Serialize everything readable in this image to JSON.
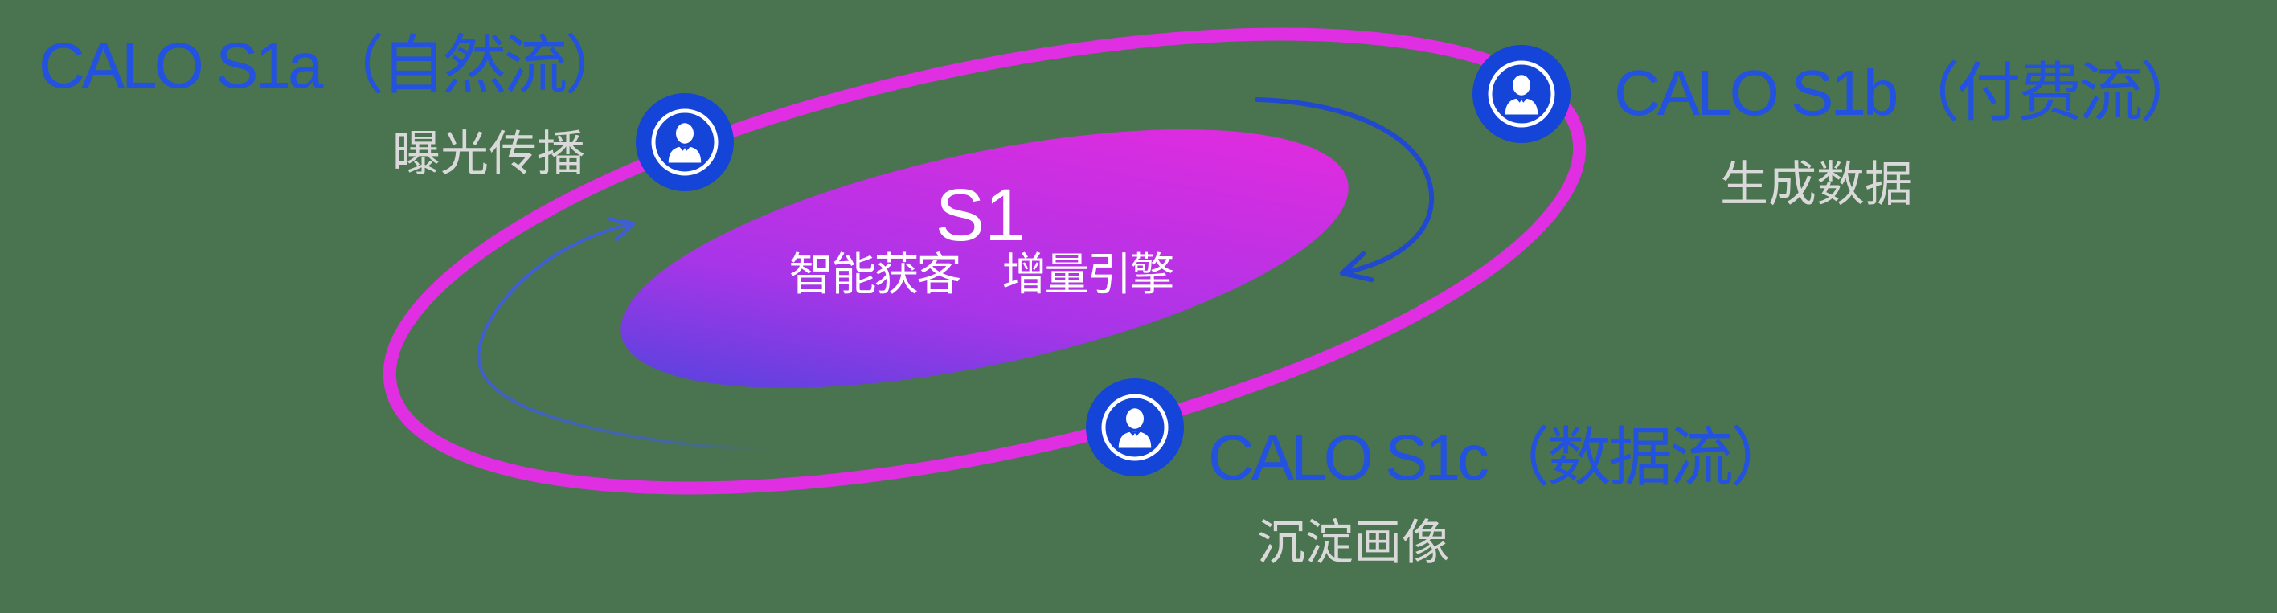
{
  "background_color": "#4A744F",
  "colors": {
    "title_blue": "#2351E0",
    "subtitle_gray": "#D9D9D9",
    "badge_blue": "#1444D8",
    "badge_icon_white": "#FFFFFF",
    "orbit_pink": "#E02EE2",
    "core_gradient_start": "#4B45DC",
    "core_gradient_mid": "#A935E8",
    "core_gradient_end": "#E22BDE",
    "arrow_blue": "#2049D0",
    "arrow_blue_light": "#3E5ED6",
    "center_text_white": "#FFFFFF"
  },
  "center": {
    "title": "S1",
    "subtitle": "智能获客　增量引擎"
  },
  "nodes": [
    {
      "id": "s1a",
      "title": "CALO S1a（自然流）",
      "subtitle": "曝光传播",
      "icon": "user-icon"
    },
    {
      "id": "s1b",
      "title": "CALO S1b（付费流）",
      "subtitle": "生成数据",
      "icon": "user-icon"
    },
    {
      "id": "s1c",
      "title": "CALO S1c（数据流）",
      "subtitle": "沉淀画像",
      "icon": "user-icon"
    }
  ]
}
